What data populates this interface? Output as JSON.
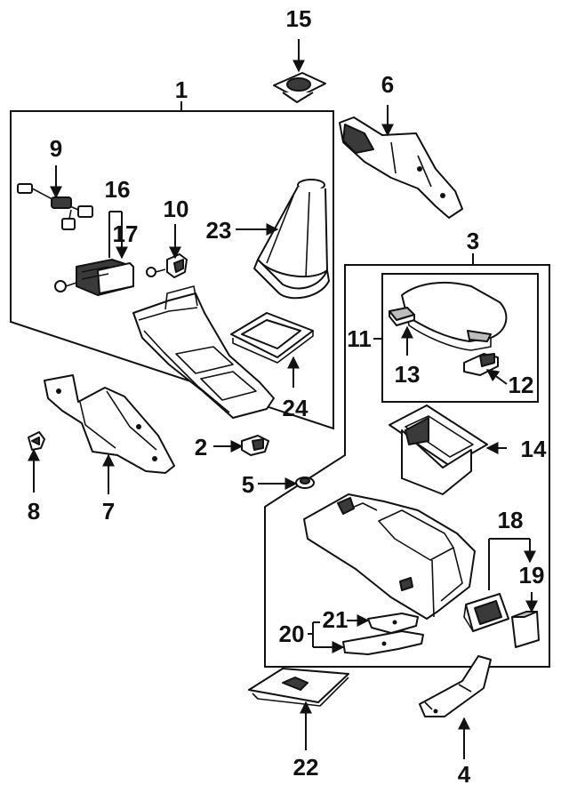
{
  "callouts": {
    "c1": "1",
    "c2": "2",
    "c3": "3",
    "c4": "4",
    "c5": "5",
    "c6": "6",
    "c7": "7",
    "c8": "8",
    "c9": "9",
    "c10": "10",
    "c11": "11",
    "c12": "12",
    "c13": "13",
    "c14": "14",
    "c15": "15",
    "c16": "16",
    "c17": "17",
    "c18": "18",
    "c19": "19",
    "c20": "20",
    "c21": "21",
    "c22": "22",
    "c23": "23",
    "c24": "24"
  },
  "colors": {
    "ink": "#111111",
    "background": "#ffffff",
    "shade": "#3a3a3a"
  }
}
